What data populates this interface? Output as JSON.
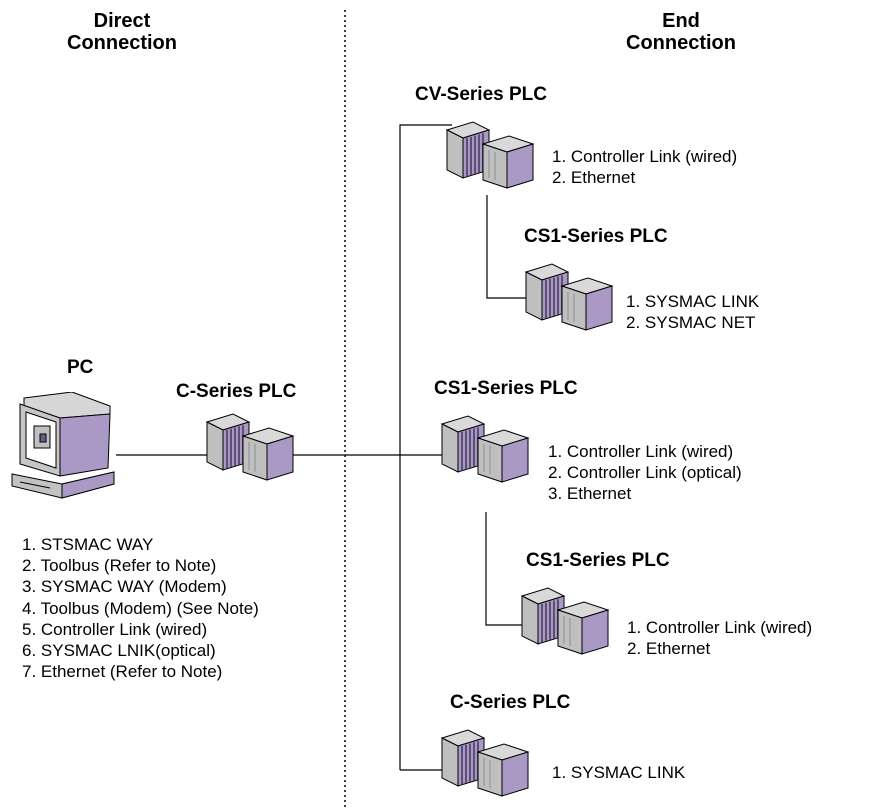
{
  "headers": {
    "direct": [
      "Direct",
      "Connection"
    ],
    "end": [
      "End",
      "Connection"
    ]
  },
  "pc": {
    "title": "PC",
    "methods": [
      "1.  STSMAC WAY",
      "2.  Toolbus (Refer to Note)",
      "3.  SYSMAC WAY (Modem)",
      "4.  Toolbus (Modem) (See Note)",
      "5.  Controller Link (wired)",
      "6.  SYSMAC LNIK(optical)",
      "7.  Ethernet (Refer to Note)"
    ]
  },
  "c_series_direct": {
    "title": "C-Series PLC"
  },
  "cv_series": {
    "title": "CV-Series PLC",
    "methods": [
      "1.  Controller Link (wired)",
      "2.  Ethernet"
    ]
  },
  "cs1_series_a": {
    "title": "CS1-Series PLC",
    "methods": [
      "1.  SYSMAC LINK",
      "2.  SYSMAC NET"
    ]
  },
  "cs1_series_b": {
    "title": "CS1-Series PLC",
    "methods": [
      "1.  Controller Link (wired)",
      "2.  Controller Link (optical)",
      "3.  Ethernet"
    ]
  },
  "cs1_series_c": {
    "title": "CS1-Series PLC",
    "methods": [
      "1.  Controller Link (wired)",
      "2.  Ethernet"
    ]
  },
  "c_series_end": {
    "title": "C-Series PLC",
    "methods": [
      "1.  SYSMAC LINK"
    ]
  },
  "colors": {
    "plc_front": "#bfbfbf",
    "plc_side": "#a999c4",
    "plc_stripe": "#5c4f73",
    "pc_side": "#a999c4",
    "screen_bg": "#ffffff",
    "line": "#000000"
  }
}
